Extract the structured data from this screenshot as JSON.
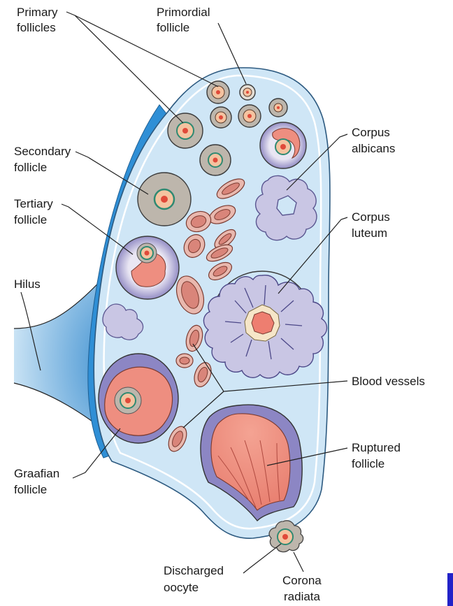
{
  "labels": {
    "primary_follicles": [
      "Primary",
      "follicles"
    ],
    "primordial_follicle": [
      "Primordial",
      "follicle"
    ],
    "secondary_follicle": [
      "Secondary",
      "follicle"
    ],
    "tertiary_follicle": [
      "Tertiary",
      "follicle"
    ],
    "hilus": [
      "Hilus"
    ],
    "corpus_albicans": [
      "Corpus",
      "albicans"
    ],
    "corpus_luteum": [
      "Corpus",
      "luteum"
    ],
    "blood_vessels": [
      "Blood vessels"
    ],
    "graafian_follicle": [
      "Graafian",
      "follicle"
    ],
    "ruptured_follicle": [
      "Ruptured",
      "follicle"
    ],
    "discharged_oocyte": [
      "Discharged",
      "oocyte"
    ],
    "corona_radiata": [
      "Corona",
      "radiata"
    ]
  },
  "colors": {
    "ovary_fill": "#cfe6f6",
    "capsule_blue": "#2f8fd6",
    "follicle_gray": "#bdb6ac",
    "antrum_pink": "#ee8e80",
    "theca_purple": "#8c86c4",
    "corpus_albicans": "#c9c6e4",
    "oocyte_orange": "#f4c3a0"
  }
}
